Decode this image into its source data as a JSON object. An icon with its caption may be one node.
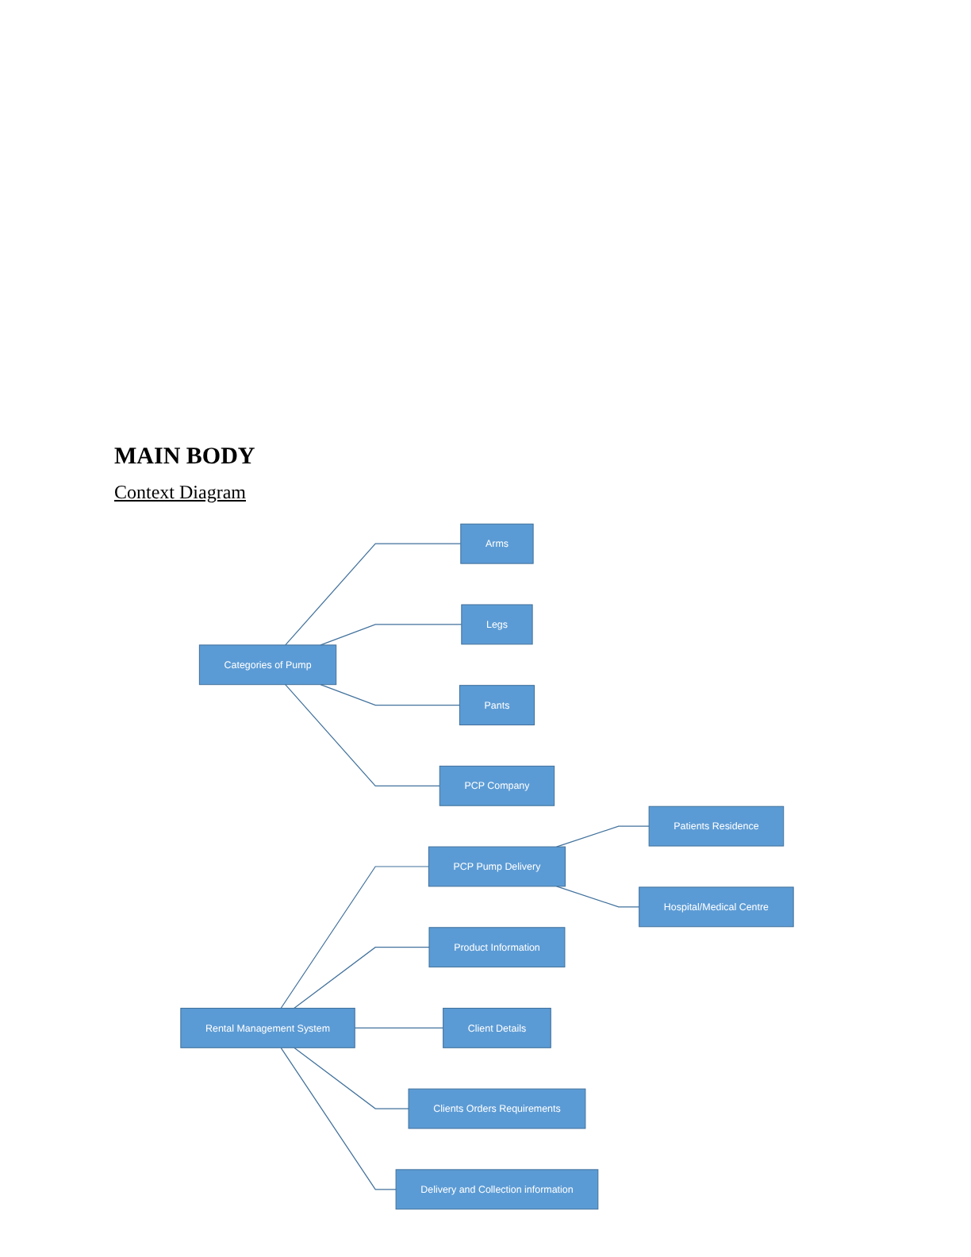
{
  "diagram": {
    "title": "MAIN BODY",
    "nodes": [
      {
        "text": [
          "Categories of Pump"
        ]
      },
      {
        "text": [
          "Arms"
        ]
      },
      {
        "text": [
          "Legs"
        ]
      },
      {
        "text": [
          "Pants"
        ]
      },
      {
        "text": [
          "PCP Pump Delivery"
        ]
      },
      {
        "text": [
          "PCP Company"
        ]
      },
      {
        "text": [
          "Hospital/Medical Centre"
        ]
      },
      {
        "text": [
          "Patients Residence"
        ]
      },
      {
        "text": [
          "Product Information"
        ]
      },
      {
        "text": [
          "Rental Management System"
        ]
      },
      {
        "text": [
          "Client Details"
        ]
      },
      {
        "text": [
          "Clients Orders Requirements"
        ]
      },
      {
        "text": [
          "Delivery and Collection information"
        ]
      }
    ],
    "edges": [
      {
        "from": 0,
        "to": 1,
        "arrow": "none"
      },
      {
        "from": 0,
        "to": 2,
        "arrow": "none"
      },
      {
        "from": 0,
        "to": 3,
        "arrow": "none"
      },
      {
        "from": 0,
        "to": 5,
        "arrow": "none"
      },
      {
        "from": 9,
        "to": 4,
        "arrow": "none"
      },
      {
        "from": 4,
        "to": 7,
        "arrow": "none"
      },
      {
        "from": 4,
        "to": 6,
        "arrow": "none"
      },
      {
        "from": 9,
        "to": 8,
        "arrow": "none"
      },
      {
        "from": 9,
        "to": 10,
        "arrow": "none"
      },
      {
        "from": 9,
        "to": 11,
        "arrow": "none"
      },
      {
        "from": 9,
        "to": 12,
        "arrow": "none"
      }
    ],
    "labels": [
      "Context Diagram"
    ]
  }
}
